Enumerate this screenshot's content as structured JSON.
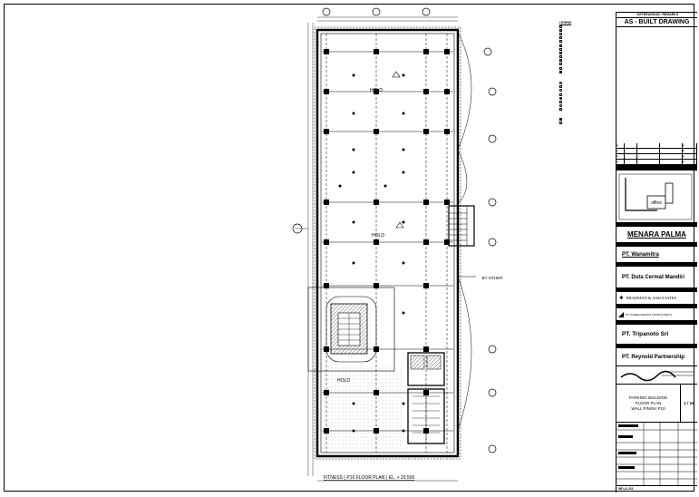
{
  "title_block": {
    "header": "KETERANGAN / REMARKS",
    "drawing_status": "AS - BUILT DRAWING",
    "key_plan_label": "office",
    "project_name": "MENARA PALMA",
    "owner": "PT. Wanamitra",
    "contractor": "PT. Duta Cermat Mandiri",
    "consultant_1": "BRADMAN & ASSOCIATES",
    "consultant_2": "PT. KOREA DESIGN CONSULTANTS",
    "consultant_3": "PT. Tripanoto Sri",
    "consultant_4": "PT. Reynold Partnership",
    "drawing_title_1": "PARKING BUILDING",
    "drawing_title_2": "FLOOR PLAN",
    "drawing_title_3": "WALL FINISH P10",
    "scale": "1 / 10",
    "drawing_no": "WD-A-231"
  },
  "legend": {
    "title": "LEGEND"
  },
  "plan": {
    "room_hold_1": "HOLD",
    "room_hold_2": "HOLD",
    "room_hold_3": "HOLD",
    "tag_other": "BY OTHER",
    "caption": "FITNESS ( P10 FLOOR PLAN ) EL. + 29.500"
  },
  "colors": {
    "line": "#000000",
    "paper": "#ffffff"
  }
}
